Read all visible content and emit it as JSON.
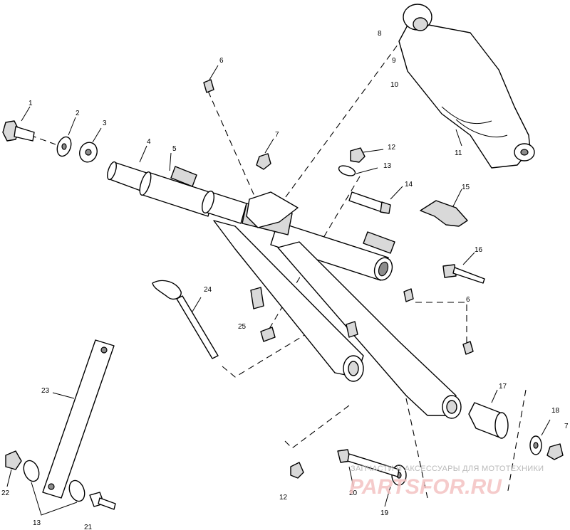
{
  "callouts": [
    {
      "id": "c1",
      "text": "1"
    },
    {
      "id": "c2",
      "text": "2"
    },
    {
      "id": "c3",
      "text": "3"
    },
    {
      "id": "c4",
      "text": "4"
    },
    {
      "id": "c5",
      "text": "5"
    },
    {
      "id": "c6a",
      "text": "6"
    },
    {
      "id": "c6b",
      "text": "6"
    },
    {
      "id": "c7a",
      "text": "7"
    },
    {
      "id": "c7b",
      "text": "7"
    },
    {
      "id": "c8",
      "text": "8"
    },
    {
      "id": "c9",
      "text": "9"
    },
    {
      "id": "c10",
      "text": "10"
    },
    {
      "id": "c11",
      "text": "11"
    },
    {
      "id": "c12a",
      "text": "12"
    },
    {
      "id": "c12b",
      "text": "12"
    },
    {
      "id": "c13a",
      "text": "13"
    },
    {
      "id": "c13b",
      "text": "13"
    },
    {
      "id": "c14",
      "text": "14"
    },
    {
      "id": "c15",
      "text": "15"
    },
    {
      "id": "c16",
      "text": "16"
    },
    {
      "id": "c17",
      "text": "17"
    },
    {
      "id": "c18",
      "text": "18"
    },
    {
      "id": "c19",
      "text": "19"
    },
    {
      "id": "c20",
      "text": "20"
    },
    {
      "id": "c21",
      "text": "21"
    },
    {
      "id": "c22",
      "text": "22"
    },
    {
      "id": "c23",
      "text": "23"
    },
    {
      "id": "c24",
      "text": "24"
    },
    {
      "id": "c25",
      "text": "25"
    }
  ],
  "watermark": {
    "tagline": "ЗАПЧАСТИ И АКСЕССУАРЫ ДЛЯ МОТОТЕХНИКИ",
    "logo": "PARTSFOR.RU",
    "logo_color": "#f4c2c2"
  }
}
